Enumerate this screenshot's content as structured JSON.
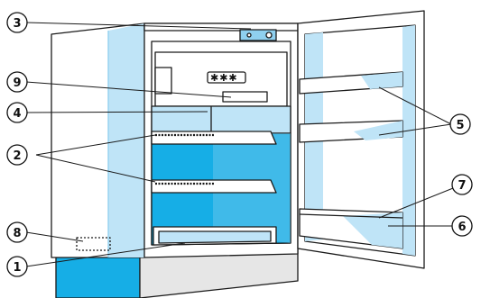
{
  "diagram": {
    "colors": {
      "light_blue": "#bfe4f7",
      "mid_blue": "#8fd0ef",
      "bright_blue": "#16aee6",
      "line": "#1a1a1a",
      "plinth": "#e6e6e6"
    },
    "star_rating": "✱✱✱",
    "callouts": [
      {
        "id": "1",
        "text": "1"
      },
      {
        "id": "2",
        "text": "2"
      },
      {
        "id": "3",
        "text": "3"
      },
      {
        "id": "4",
        "text": "4"
      },
      {
        "id": "5",
        "text": "5"
      },
      {
        "id": "6",
        "text": "6"
      },
      {
        "id": "7",
        "text": "7"
      },
      {
        "id": "8",
        "text": "8"
      },
      {
        "id": "9",
        "text": "9"
      }
    ]
  }
}
